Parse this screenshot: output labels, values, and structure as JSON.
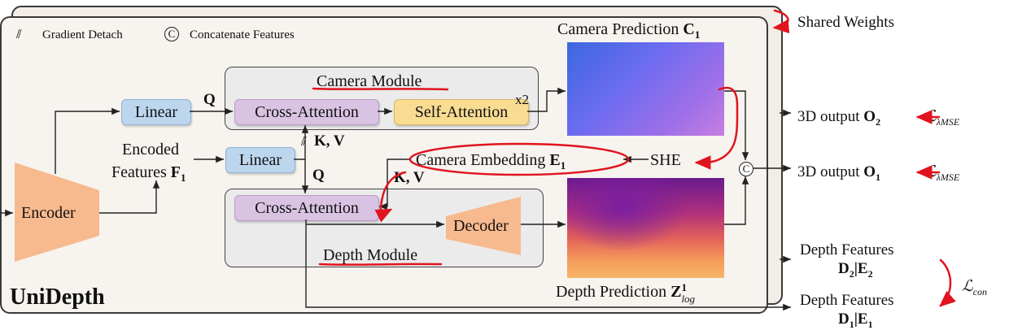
{
  "legend": {
    "detach_label": "Gradient Detach",
    "concat_symbol": "C",
    "concat_label": "Concatenate Features"
  },
  "shared_weights": "Shared Weights",
  "brand": "UniDepth",
  "encoder": "Encoder",
  "encoded_features": {
    "line1": "Encoded",
    "line2": "Features",
    "symbol": "F",
    "sub": "1"
  },
  "linear_top": "Linear",
  "linear_mid": "Linear",
  "q_top": "Q",
  "q_mid": "Q",
  "kv_top": "K, V",
  "kv_mid": "K, V",
  "camera_module": {
    "title": "Camera Module",
    "cross": "Cross-Attention",
    "self": "Self-Attention",
    "repeat": "x2"
  },
  "depth_module": {
    "title": "Depth Module",
    "cross": "Cross-Attention",
    "decoder": "Decoder"
  },
  "camera_prediction": {
    "label": "Camera Prediction",
    "symbol": "C",
    "sub": "1"
  },
  "depth_prediction": {
    "label": "Depth Prediction",
    "symbol": "Z",
    "sup": "1",
    "sub": "log"
  },
  "camera_embedding": {
    "label": "Camera Embedding",
    "symbol": "E",
    "sub": "1"
  },
  "she": "SHE",
  "outputs": {
    "o2": {
      "label": "3D output",
      "symbol": "O",
      "sub": "2",
      "loss": "ℒ",
      "loss_sub": "λMSE"
    },
    "o1": {
      "label": "3D output",
      "symbol": "O",
      "sub": "1",
      "loss": "ℒ",
      "loss_sub": "λMSE"
    },
    "d2": {
      "line1": "Depth Features",
      "line2": "D",
      "sub2": "2",
      "sep": "|",
      "line2b": "E",
      "sub2b": "2"
    },
    "d1": {
      "line1": "Depth Features",
      "line2": "D",
      "sub2": "1",
      "sep": "|",
      "line2b": "E",
      "sub2b": "1"
    },
    "con_loss": "ℒ",
    "con_sub": "con"
  },
  "colors": {
    "annotation": "#e0141e",
    "linear": "#bcd6ee",
    "cross_attention": "#d9c3e2",
    "self_attention": "#f8dc92",
    "encoder": "#f7b98e"
  }
}
